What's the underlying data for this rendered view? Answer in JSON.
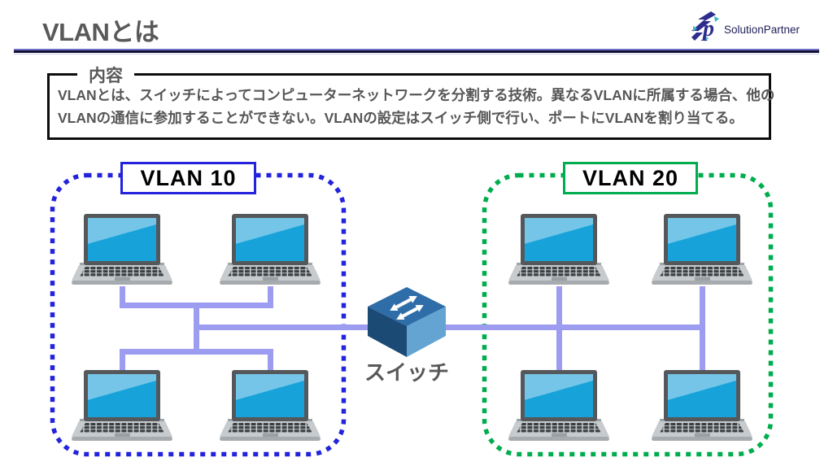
{
  "header": {
    "title": "VLANとは",
    "logo_text": "SolutionPartner",
    "logo_mark": "Sp"
  },
  "summary": {
    "legend_label": "内容",
    "lines": [
      "VLANとは、スイッチによってコンピューターネットワークを分割する技術。異なるVLANに所属する場合、他の",
      "VLANの通信に参加することができない。VLANの設定はスイッチ側で行い、ポートにVLANを割り当てる。"
    ]
  },
  "diagram": {
    "vlan10_label": "VLAN 10",
    "vlan20_label": "VLAN 20",
    "switch_label": "スイッチ",
    "node_type": "laptop",
    "nodes_per_vlan": 4
  },
  "colors": {
    "vlan10_blue": "#2323dc",
    "vlan20_green": "#00ad4e",
    "cable_purple": "#9c9cf0",
    "heading_gray": "#595959",
    "logo_navy": "#21215c",
    "screen_blue": "#1ba3da"
  }
}
